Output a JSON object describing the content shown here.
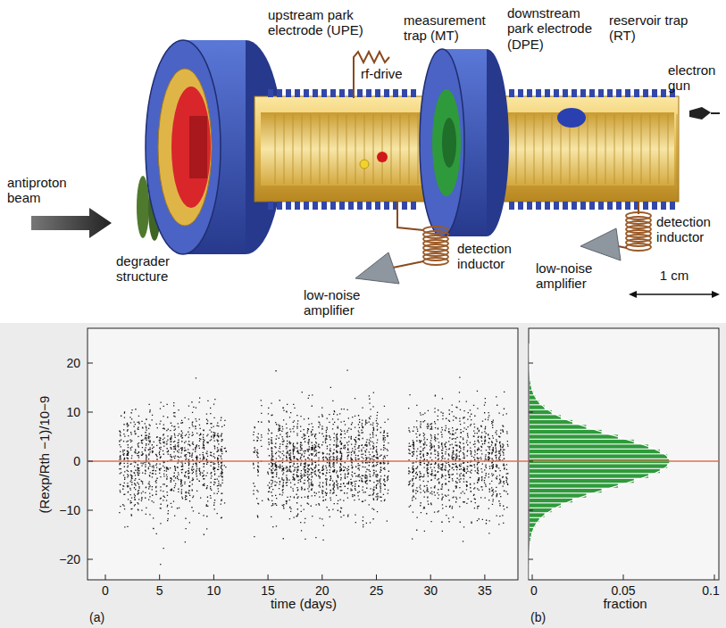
{
  "diagram": {
    "labels": [
      "upstream park electrode (UPE)",
      "measurement trap (MT)",
      "rf-drive",
      "downstream park electrode (DPE)",
      "reservoir trap (RT)",
      "electron gun",
      "antiproton beam",
      "degrader structure",
      "detection inductor",
      "low-noise amplifier",
      "detection inductor",
      "low-noise amplifier",
      "1 cm",
      "(Rexp/Rth −1)/10−9",
      "20",
      "10",
      "0",
      "−10",
      "−20",
      "0",
      "5",
      "10",
      "15",
      "20",
      "25",
      "30",
      "35",
      "time (days)",
      "(a)",
      "0",
      "0.05",
      "0.1",
      "fraction",
      "(b)"
    ]
  }
}
